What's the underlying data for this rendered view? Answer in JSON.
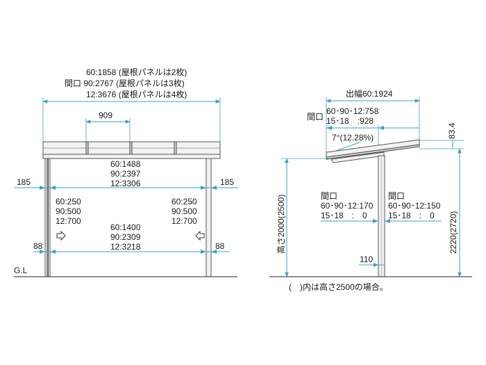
{
  "front_view": {
    "top_span": {
      "line1": "60:1858 (屋根パネルは2枚)",
      "line2": "間口 90:2767 (屋根パネルは3枚)",
      "line3": "12:3676 (屋根パネルは4枚)"
    },
    "panel_width": "909",
    "inner_span": {
      "line1": "60:1488",
      "line2": "90:2397",
      "line3": "12:3306"
    },
    "side_offset_left": "185",
    "side_offset_right": "185",
    "left_offset": {
      "line1": "60:250",
      "line2": "90:500",
      "line3": "12:700"
    },
    "right_offset": {
      "line1": "60:250",
      "line2": "90:500",
      "line3": "12:700"
    },
    "post_span": {
      "line1": "60:1400",
      "line2": "90:2309",
      "line3": "12:3218"
    },
    "post_left": "88",
    "post_right": "88",
    "ground_label": "G.L"
  },
  "side_view": {
    "projection": "出幅60:1924",
    "frontage_label": "間口",
    "frontage": {
      "line1": "60･90･12:758",
      "line2": "15･18　:928"
    },
    "angle": "7°(12.28%)",
    "right_top": "83.4",
    "left_height": "高さ2000(2500)",
    "right_height": "2220(2720)",
    "post_note_left": {
      "title": "間口",
      "line1": "60･90･12:170",
      "line2": "15･18　:　0"
    },
    "post_note_right": {
      "title": "間口",
      "line1": "60･90･12:150",
      "line2": "15･18　:　0"
    },
    "post_width": "110"
  },
  "footnote": "(　)内は高さ2500の場合。"
}
